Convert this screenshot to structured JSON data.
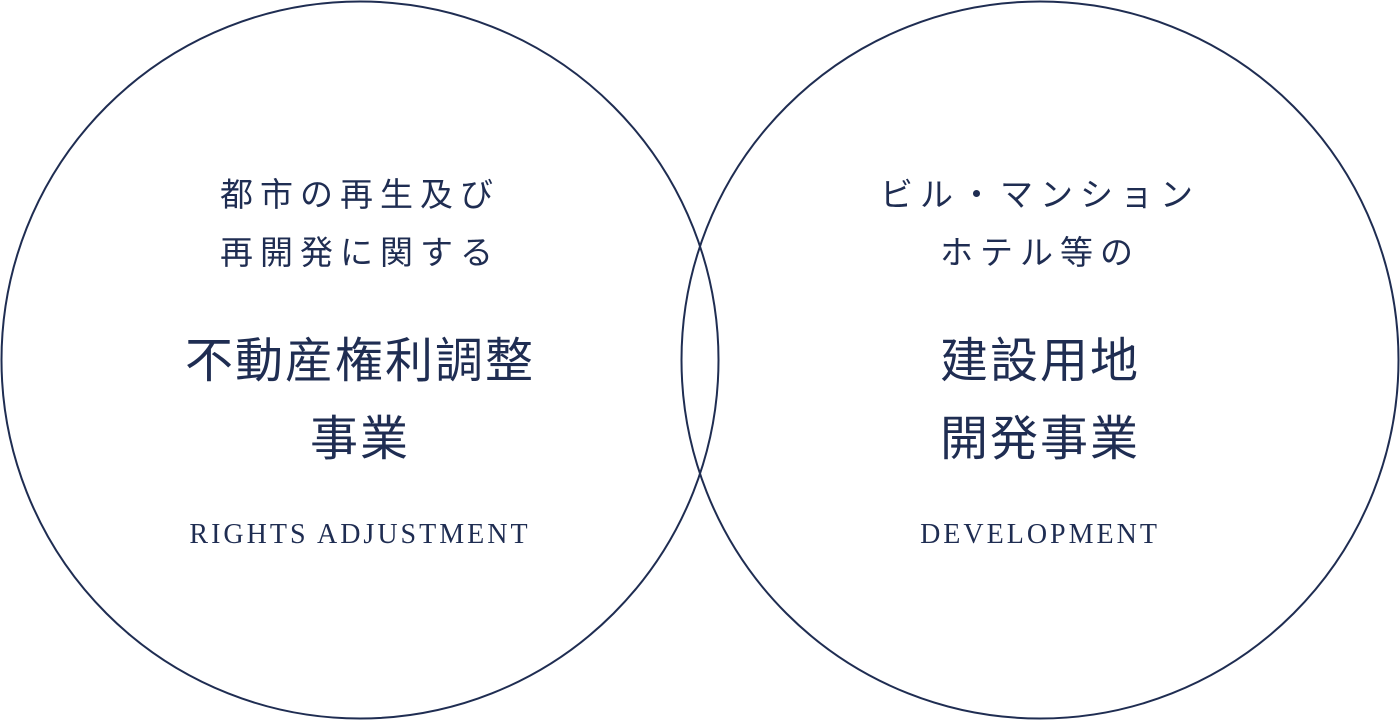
{
  "colors": {
    "stroke": "#1f2d52",
    "text": "#1f2d52",
    "background": "#ffffff"
  },
  "circles": [
    {
      "id": "rights-adjustment",
      "subtitle_lines": [
        "都市の再生及び",
        "再開発に関する"
      ],
      "title_lines": [
        "不動産権利調整",
        "事業"
      ],
      "english": "RIGHTS ADJUSTMENT"
    },
    {
      "id": "development",
      "subtitle_lines": [
        "ビル・マンション",
        "ホテル等の"
      ],
      "title_lines": [
        "建設用地",
        "開発事業"
      ],
      "english": "DEVELOPMENT"
    }
  ]
}
